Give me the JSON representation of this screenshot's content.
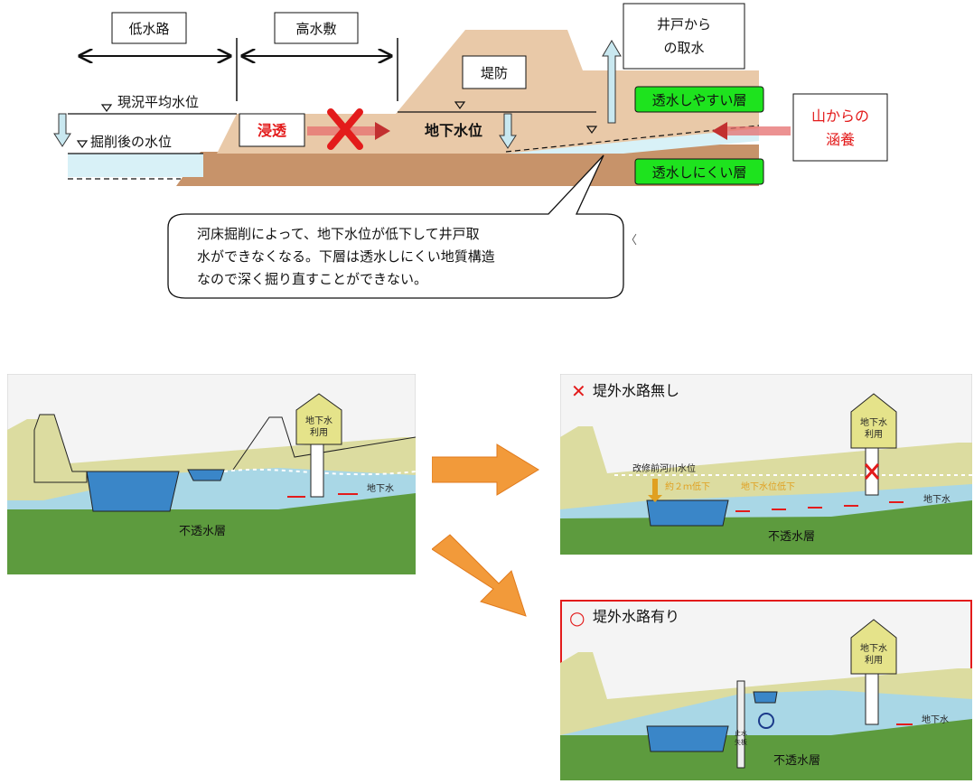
{
  "top": {
    "label_low_channel": "低水路",
    "label_high_floodplain": "高水敷",
    "label_levee": "堤防",
    "label_well_intake_1": "井戸から",
    "label_well_intake_2": "の取水",
    "label_current_avg_level": "現況平均水位",
    "label_post_dredge_level": "掘削後の水位",
    "label_seepage": "浸透",
    "label_groundwater_level": "地下水位",
    "label_permeable_layer": "透水しやすい層",
    "label_impermeable_layer": "透水しにくい層",
    "label_mountain_recharge_1": "山からの",
    "label_mountain_recharge_2": "涵養",
    "callout_lines": [
      "河床掘削によって、地下水位が低下して井戸取",
      "水ができなくなる。下層は透水しにくい地質構造",
      "なので深く掘り直すことができない。"
    ],
    "stray_mark": "〈"
  },
  "panels": {
    "before": {
      "label_house_1": "地下水",
      "label_house_2": "利用",
      "label_groundwater": "地下水",
      "label_impermeable": "不透水層"
    },
    "no_channel": {
      "title": "堤外水路無し",
      "mark": "✕",
      "label_house_1": "地下水",
      "label_house_2": "利用",
      "label_prior_level": "改修前河川水位",
      "label_drop": "約２ｍ低下",
      "label_gw_drop": "地下水位低下",
      "label_groundwater": "地下水",
      "label_impermeable": "不透水層"
    },
    "with_channel": {
      "title": "堤外水路有り",
      "mark": "○",
      "label_house_1": "地下水",
      "label_house_2": "利用",
      "label_groundwater": "地下水",
      "label_impermeable": "不透水層",
      "label_sheet_1": "止水",
      "label_sheet_2": "矢板"
    }
  },
  "colors": {
    "embankment": "#e9c9a8",
    "lower_layer": "#c7936a",
    "water_light": "#d8f1f7",
    "water_blue": "#3a86c8",
    "groundwater_zone": "#a9d7e6",
    "impermeable": "#5d9b3e",
    "ground_beige": "#dcdca0",
    "label_green": "#1ee31e",
    "accent_red": "#e31b1b",
    "arrow_orange": "#f29a3a"
  }
}
